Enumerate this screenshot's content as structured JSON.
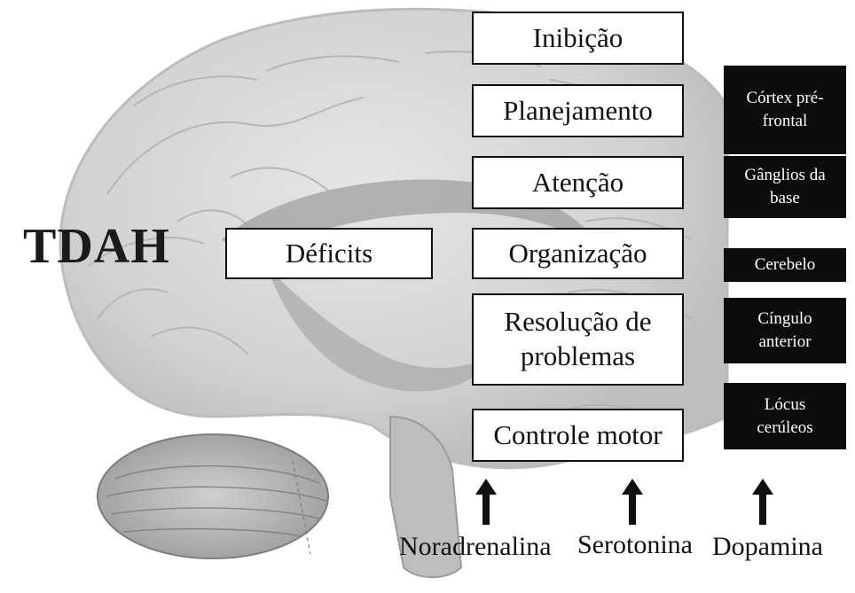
{
  "title": "TDAH",
  "deficits_label": "Déficits",
  "functions": [
    "Inibição",
    "Planejamento",
    "Atenção",
    "Organização",
    "Resolução de problemas",
    "Controle motor"
  ],
  "regions": [
    "Córtex pré-frontal",
    "Gânglios da base",
    "Cerebelo",
    "Cíngulo anterior",
    "Lócus cerúleos"
  ],
  "neurotransmitters": [
    "Noradrenalina",
    "Serotonina",
    "Dopamina"
  ]
}
